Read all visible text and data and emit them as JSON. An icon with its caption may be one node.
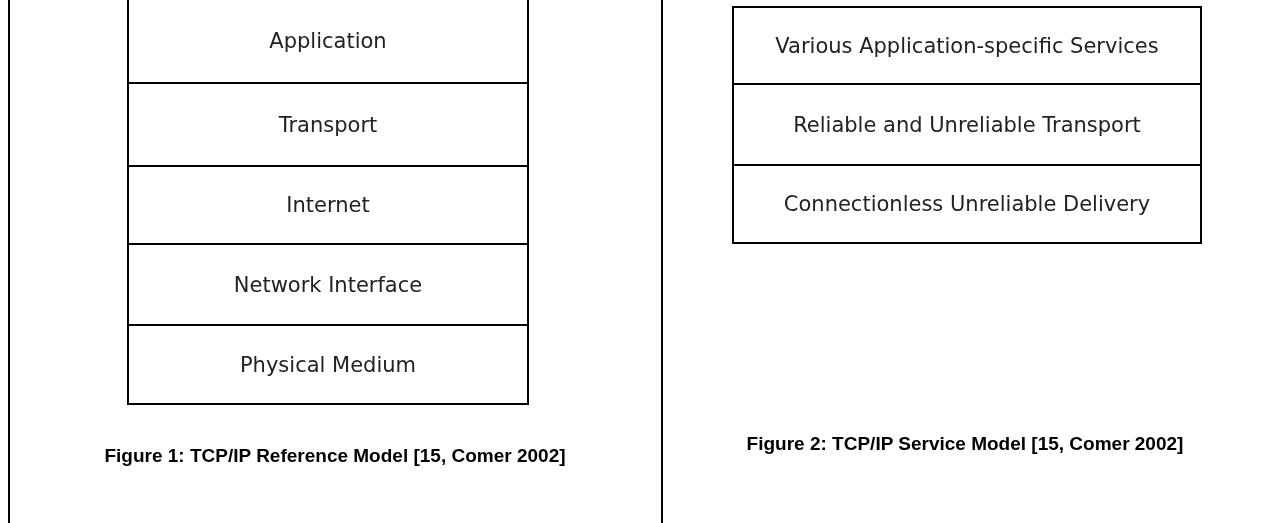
{
  "diagram": {
    "nodes": [
      {
        "text": [
          "Application"
        ]
      },
      {
        "text": [
          "Transport"
        ]
      },
      {
        "text": [
          "Internet"
        ]
      },
      {
        "text": [
          "Network Interface"
        ]
      },
      {
        "text": [
          "Physical Medium"
        ]
      },
      {
        "text": [
          "Various Application-specific Services"
        ]
      },
      {
        "text": [
          "Reliable and Unreliable Transport"
        ]
      },
      {
        "text": [
          "Connectionless Unreliable Delivery"
        ]
      }
    ],
    "labels": [
      "Figure 1: TCP/IP Reference Model [15, Comer 2002]",
      "Figure 2: TCP/IP Service Model [15, Comer 2002]"
    ]
  }
}
